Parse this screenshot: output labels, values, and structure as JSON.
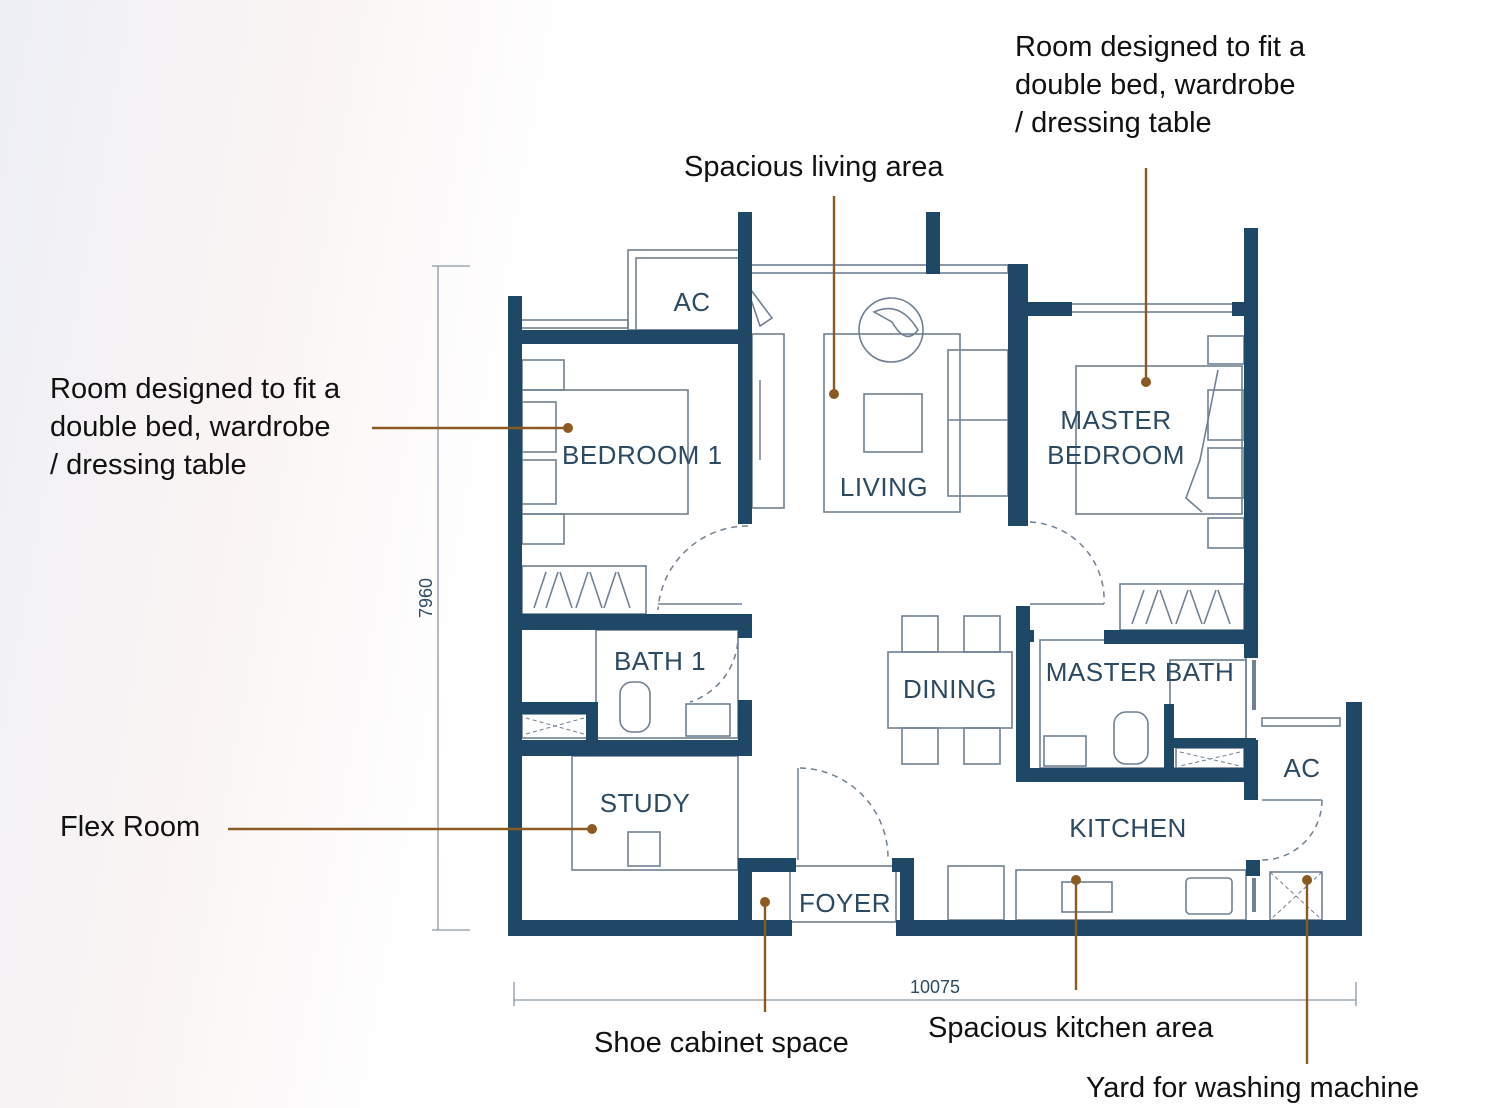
{
  "annotations": {
    "master_bedroom_note": [
      "Room designed to fit a",
      "double bed, wardrobe",
      "/ dressing table"
    ],
    "living_note": "Spacious living area",
    "bedroom1_note": [
      "Room designed to fit a",
      "double bed, wardrobe",
      "/ dressing table"
    ],
    "flex_note": "Flex Room",
    "shoe_note": "Shoe cabinet space",
    "kitchen_note": "Spacious kitchen area",
    "yard_note": "Yard for washing machine"
  },
  "rooms": {
    "ac_top": "AC",
    "bedroom1": "BEDROOM 1",
    "living": "LIVING",
    "master_bedroom": [
      "MASTER",
      "BEDROOM"
    ],
    "bath1": "BATH 1",
    "dining": "DINING",
    "master_bath": "MASTER BATH",
    "ac_right": "AC",
    "study": "STUDY",
    "kitchen": "KITCHEN",
    "foyer": "FOYER"
  },
  "dimensions": {
    "height": "7960",
    "width": "10075"
  },
  "colors": {
    "wall": "#1f4866",
    "leader": "#8b5a22",
    "room_label": "#2d4a63"
  }
}
